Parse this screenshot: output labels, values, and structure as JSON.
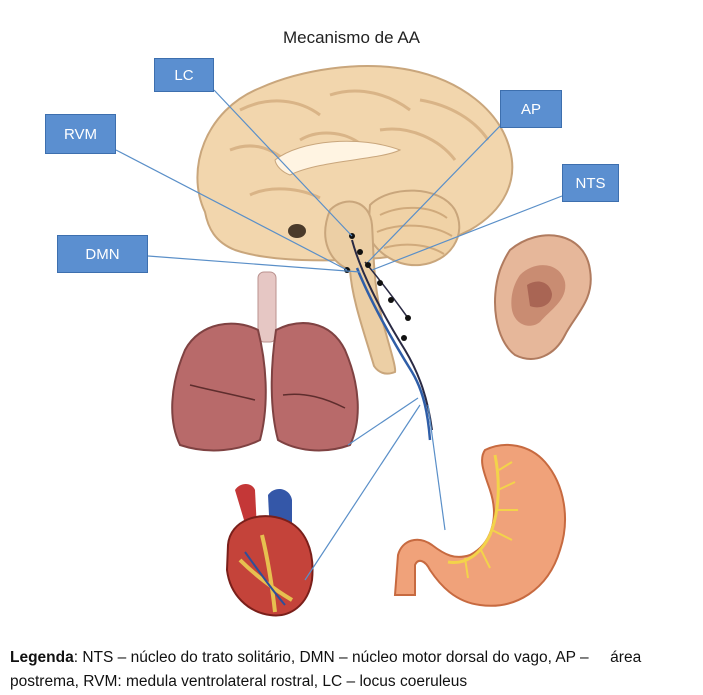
{
  "title": "Mecanismo de AA",
  "labels": {
    "lc": "LC",
    "rvm": "RVM",
    "ap": "AP",
    "nts": "NTS",
    "dmn": "DMN"
  },
  "legend": {
    "heading": "Legenda",
    "line1": ": NTS – núcleo do trato solitário, DMN – núcleo motor dorsal do vago, AP –     área",
    "line2": "postrema, RVM: medula ventrolateral rostral, LC – locus coeruleus"
  },
  "organs": [
    "brain",
    "lungs",
    "ear",
    "heart",
    "stomach"
  ],
  "colors": {
    "label_fill": "#5b8fd0",
    "brain": "#f2d6ad",
    "nerve_dark": "#2a2a44",
    "nerve_blue": "#2f5ea8",
    "pointer_line": "#5a8fc8"
  }
}
